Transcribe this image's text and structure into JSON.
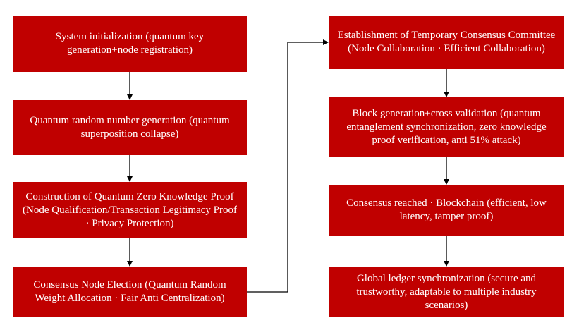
{
  "steps": [
    "System initialization (quantum key generation+node registration)",
    "Quantum random number generation (quantum superposition collapse)",
    "Construction of Quantum Zero Knowledge Proof (Node Qualification/Transaction Legitimacy Proof · Privacy Protection)",
    "Consensus Node Election (Quantum Random Weight Allocation · Fair Anti Centralization)",
    "Establishment of Temporary Consensus Committee (Node Collaboration · Efficient Collaboration)",
    "Block generation+cross validation (quantum entanglement synchronization, zero knowledge proof verification, anti 51% attack)",
    "Consensus reached · Blockchain (efficient, low latency, tamper proof)",
    "Global ledger synchronization (secure and trustworthy, adaptable to multiple industry scenarios)"
  ],
  "colors": {
    "box_fill": "#c00000",
    "box_text": "#ffffff",
    "arrow": "#000000"
  }
}
